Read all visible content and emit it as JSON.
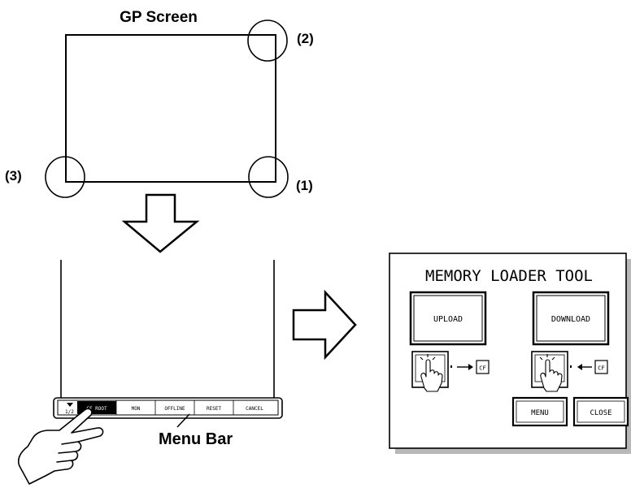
{
  "top_screen": {
    "title": "GP Screen",
    "corners": [
      {
        "id": "corner-1",
        "label": "(1)"
      },
      {
        "id": "corner-2",
        "label": "(2)"
      },
      {
        "id": "corner-3",
        "label": "(3)"
      }
    ]
  },
  "menu_bar": {
    "page_indicator": "1/2",
    "items": [
      "CF ROOT",
      "MON",
      "OFFLINE",
      "RESET",
      "CANCEL"
    ],
    "selected_index": 0,
    "callout": "Menu Bar"
  },
  "loader_tool": {
    "title": "MEMORY LOADER TOOL",
    "upload_label": "UPLOAD",
    "download_label": "DOWNLOAD",
    "upload_card_label": "CF",
    "download_card_label": "CF",
    "menu_label": "MENU",
    "close_label": "CLOSE"
  }
}
